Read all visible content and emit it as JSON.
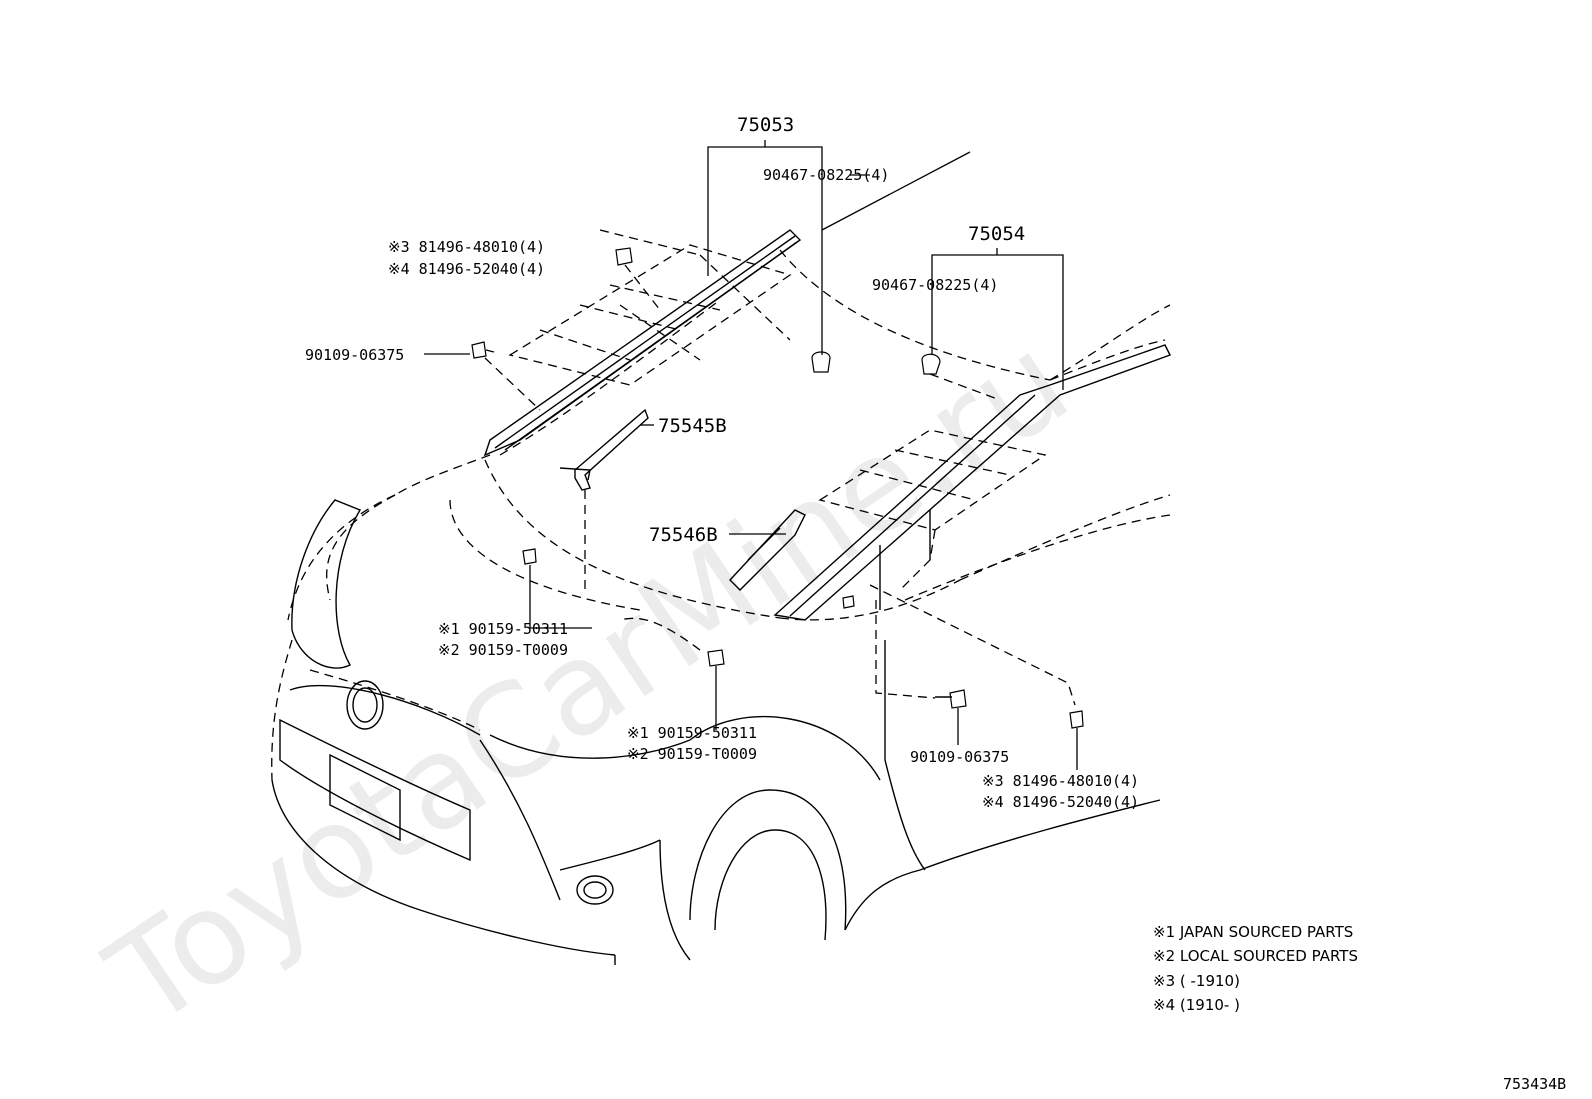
{
  "watermark": "ToyotaCarMine.ru",
  "parts": {
    "p75053": "75053",
    "p75053_fastener": "90467-08225(4)",
    "p75054": "75054",
    "p75054_fastener": "90467-08225(4)",
    "clip_left_3": "※3 81496-48010(4)",
    "clip_left_4": "※4 81496-52040(4)",
    "bolt_left": "90109-06375",
    "p75545B": "75545B",
    "p75546B": "75546B",
    "screw_a_1": "※1  90159-50311",
    "screw_a_2": "※2  90159-T0009",
    "screw_b_1": "※1  90159-50311",
    "screw_b_2": "※2  90159-T0009",
    "bolt_right": "90109-06375",
    "clip_right_3": "※3  81496-48010(4)",
    "clip_right_4": "※4  81496-52040(4)"
  },
  "legend": {
    "l1": "※1 JAPAN SOURCED PARTS",
    "l2": "※2 LOCAL SOURCED PARTS",
    "l3": "※3 (        -1910)",
    "l4": "※4 (1910-        )"
  },
  "figure_id": "753434B"
}
